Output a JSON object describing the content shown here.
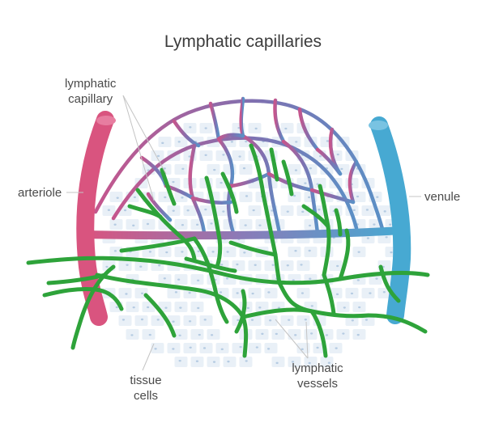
{
  "title": "Lymphatic capillaries",
  "labels": {
    "lymphatic_capillary": "lymphatic\ncapillary",
    "arteriole": "arteriole",
    "venule": "venule",
    "tissue_cells": "tissue\ncells",
    "lymphatic_vessels": "lymphatic\nvessels"
  },
  "colors": {
    "arteriole": "#d9547f",
    "venule": "#47a9d2",
    "capillary_mid": "#8a7bb8",
    "lymphatic": "#2ea33a",
    "tissue_cell": "#e9f0f7",
    "cell_nucleus": "#b5cbe2",
    "leader_line": "#c4c4c4"
  }
}
